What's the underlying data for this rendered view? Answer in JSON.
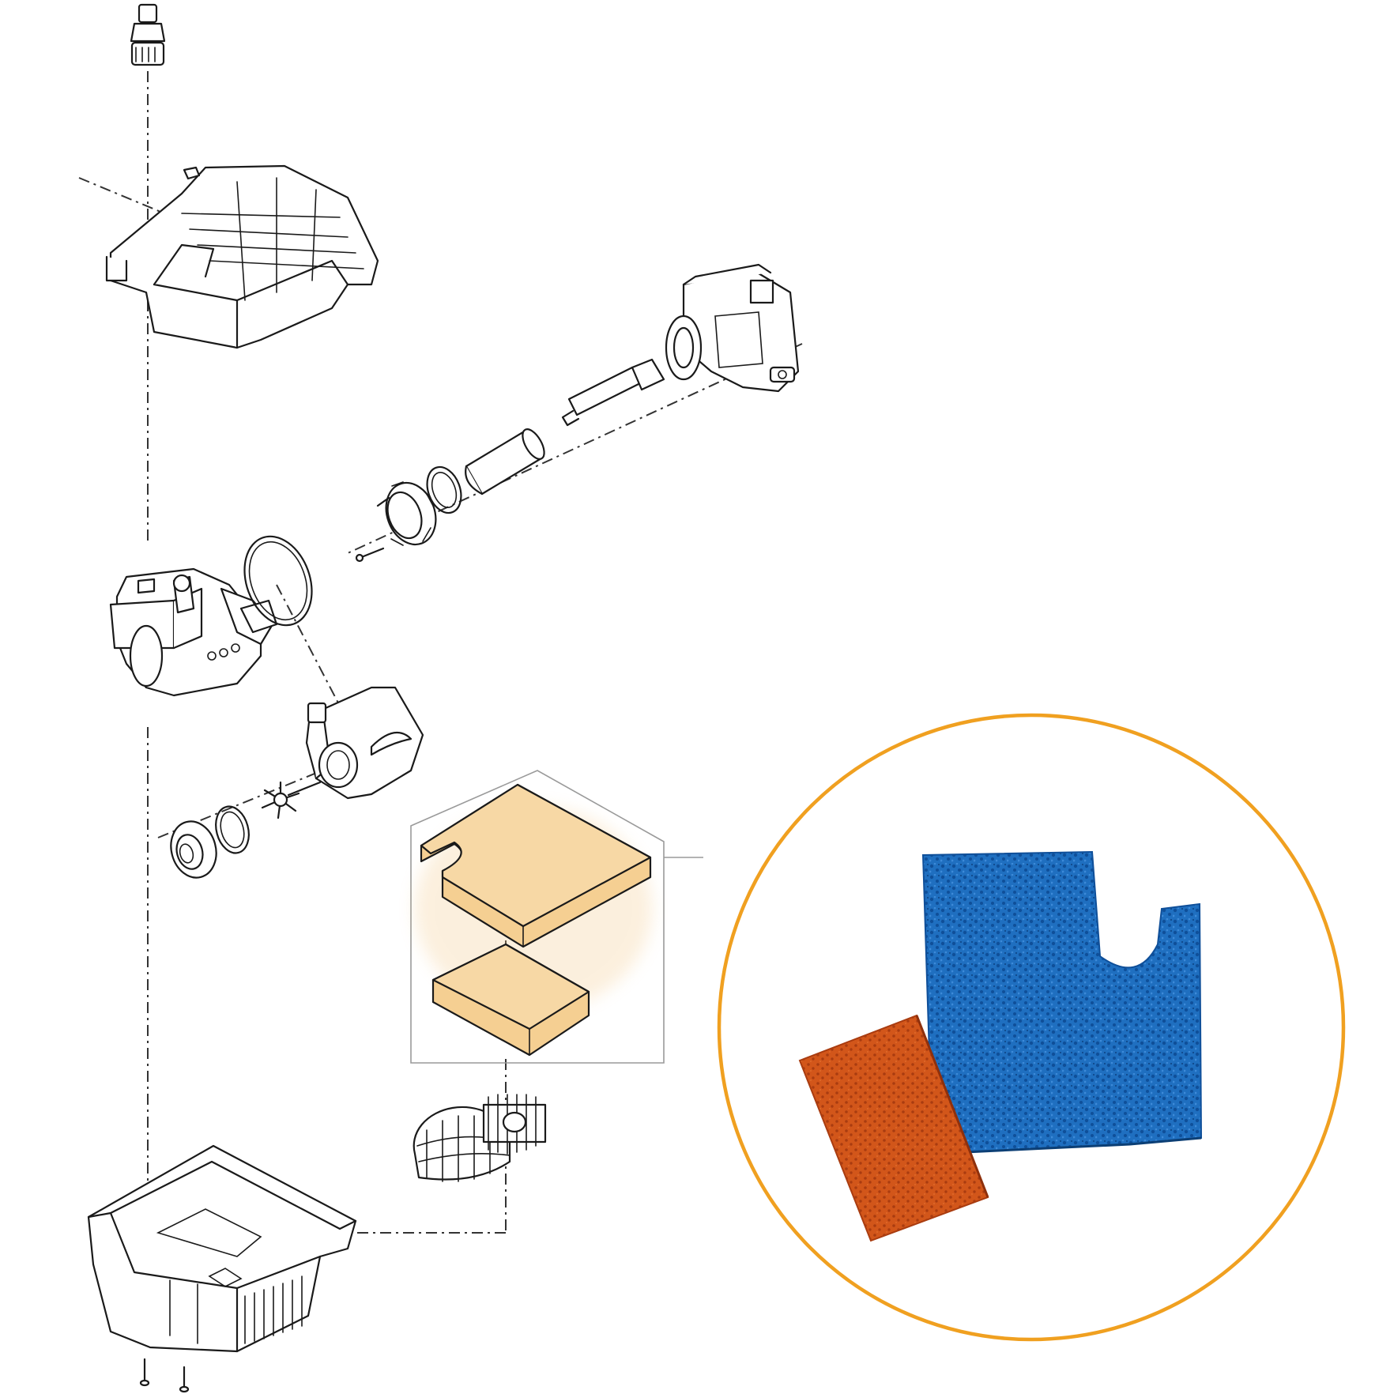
{
  "colors": {
    "background": "#ffffff",
    "line_art": "#1a1a1a",
    "highlight_fill": "#f5cf92",
    "highlight_glow": "#f3c27a",
    "circle_ring": "#f0a020",
    "blue_sponge": "#1f6fc0",
    "blue_sponge_dark": "#0f4f99",
    "red_sponge": "#d2561a",
    "red_sponge_dark": "#a93c10"
  },
  "parts": [
    {
      "name": "hose-connector",
      "icon": "hose-tail-icon"
    },
    {
      "name": "filter-lid",
      "icon": "lid-icon"
    },
    {
      "name": "uv-clarifier-housing",
      "icon": "uv-housing-icon"
    },
    {
      "name": "uv-lamp",
      "icon": "uv-lamp-icon"
    },
    {
      "name": "quartz-glass-tube",
      "icon": "quartz-tube-icon"
    },
    {
      "name": "o-ring-small",
      "icon": "o-ring-icon"
    },
    {
      "name": "union-nut",
      "icon": "nut-icon"
    },
    {
      "name": "screw",
      "icon": "screw-icon"
    },
    {
      "name": "pump-body",
      "icon": "pump-icon"
    },
    {
      "name": "o-ring-large",
      "icon": "o-ring-icon"
    },
    {
      "name": "pump-cover",
      "icon": "pump-cover-icon"
    },
    {
      "name": "impeller",
      "icon": "impeller-icon"
    },
    {
      "name": "o-ring-impeller",
      "icon": "o-ring-icon"
    },
    {
      "name": "bearing-cap",
      "icon": "bearing-icon"
    },
    {
      "name": "coarse-foam-insert",
      "icon": "foam-block-icon"
    },
    {
      "name": "fine-foam-insert",
      "icon": "foam-block-icon"
    },
    {
      "name": "bio-ball-media",
      "icon": "bio-ball-icon"
    },
    {
      "name": "filter-base-housing",
      "icon": "housing-tray-icon"
    },
    {
      "name": "base-screws",
      "icon": "screw-icon"
    }
  ],
  "inset_photo": {
    "items": [
      {
        "name": "blue-filter-sponge",
        "color": "#1f6fc0"
      },
      {
        "name": "red-filter-sponge",
        "color": "#d2561a"
      }
    ]
  }
}
